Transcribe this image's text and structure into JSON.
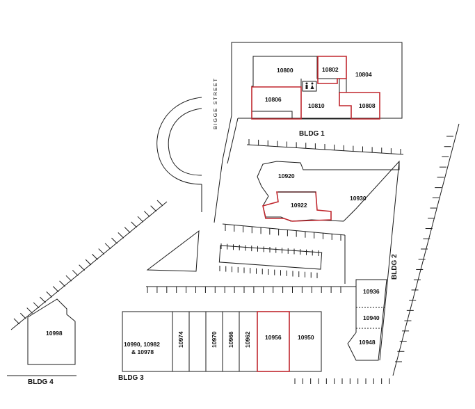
{
  "street_label": "BIGGE STREET",
  "buildings": {
    "bldg1": "BLDG 1",
    "bldg2": "BLDG 2",
    "bldg3": "BLDG 3",
    "bldg4": "BLDG 4"
  },
  "units": {
    "u10800": "10800",
    "u10802": "10802",
    "u10804": "10804",
    "u10806": "10806",
    "u10810": "10810",
    "u10808": "10808",
    "u10920": "10920",
    "u10922": "10922",
    "u10930": "10930",
    "u10936": "10936",
    "u10940": "10940",
    "u10948": "10948",
    "u10998": "10998",
    "u10990_l1": "10990, 10982",
    "u10990_l2": "& 10978",
    "u10974": "10974",
    "u10970": "10970",
    "u10966": "10966",
    "u10962": "10962",
    "u10956": "10956",
    "u10950": "10950"
  },
  "highlighted_units": [
    "10802",
    "10806",
    "10808",
    "10922",
    "10956"
  ],
  "icons": {
    "restroom": "restroom-icon"
  },
  "colors": {
    "highlight": "#c0262d",
    "outline": "#1a1a1a"
  }
}
